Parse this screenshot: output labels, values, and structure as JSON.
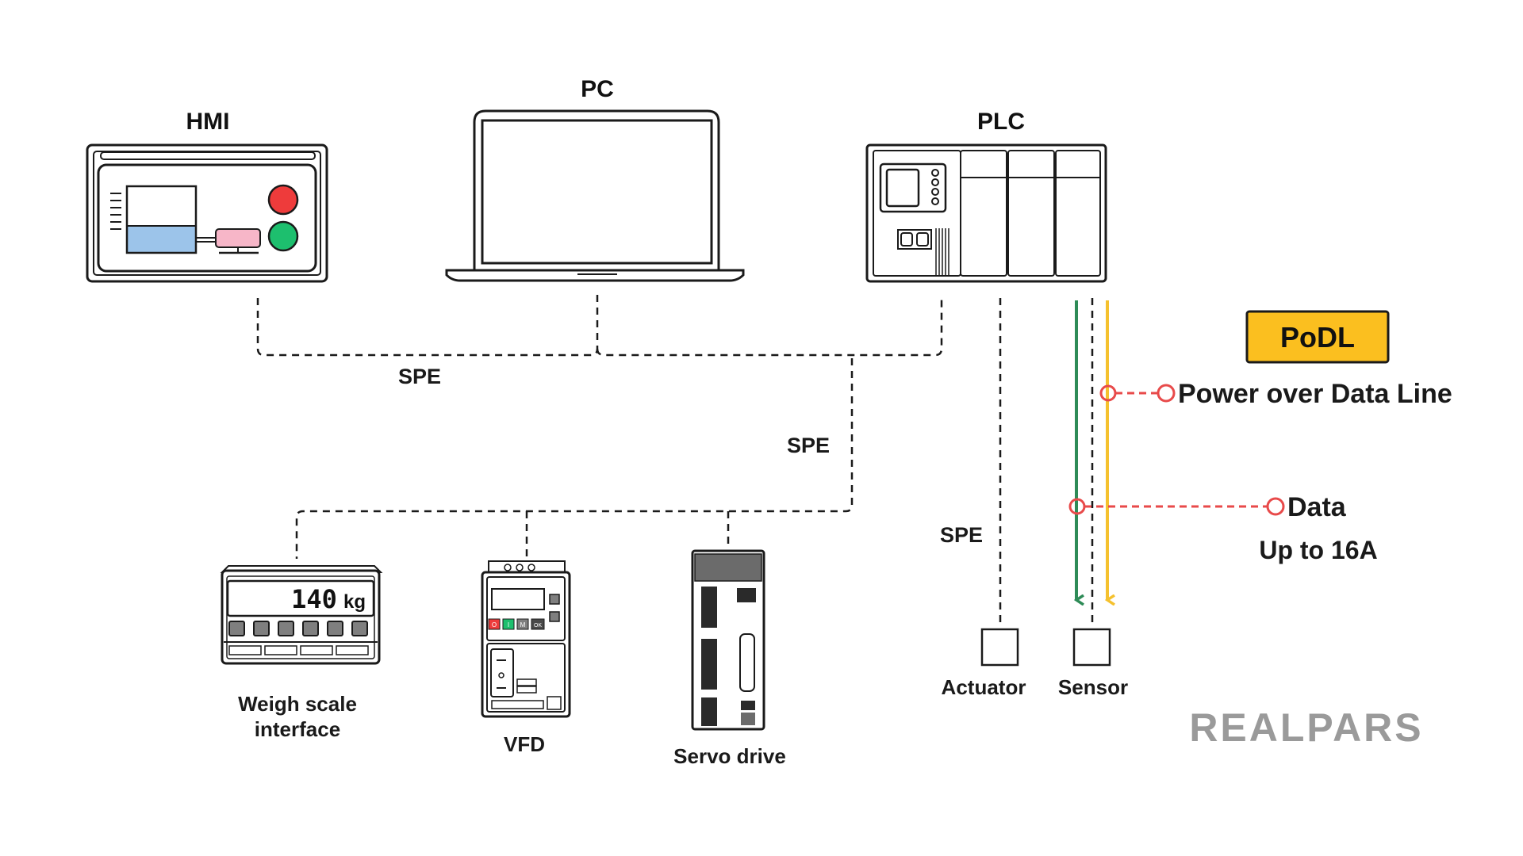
{
  "devices": {
    "hmi": {
      "label": "HMI"
    },
    "pc": {
      "label": "PC"
    },
    "plc": {
      "label": "PLC"
    },
    "weigh_scale": {
      "label_line1": "Weigh scale",
      "label_line2": "interface",
      "display_value": "140",
      "display_unit": "kg"
    },
    "vfd": {
      "label": "VFD",
      "button_labels": [
        "O",
        "I",
        "M",
        "OK"
      ]
    },
    "servo_drive": {
      "label": "Servo drive"
    },
    "actuator": {
      "label": "Actuator"
    },
    "sensor": {
      "label": "Sensor"
    }
  },
  "links": {
    "spe_top": "SPE",
    "spe_mid": "SPE",
    "spe_right": "SPE"
  },
  "legend": {
    "badge": "PoDL",
    "power_label": "Power over Data Line",
    "data_label": "Data",
    "current_label": "Up to 16A"
  },
  "brand": {
    "logo_text": "REALPARS"
  },
  "colors": {
    "hmi_red": "#ee3b3b",
    "hmi_green": "#1dbf6e",
    "hmi_tank_blue": "#9cc4ea",
    "hmi_pump_pink": "#f7b6c8",
    "power_line_green": "#2e8b57",
    "power_line_yellow": "#f5c12e",
    "data_marker_red": "#e84a4a",
    "badge_yellow": "#fbbf1f",
    "logo_gray": "#9a9a9a"
  }
}
